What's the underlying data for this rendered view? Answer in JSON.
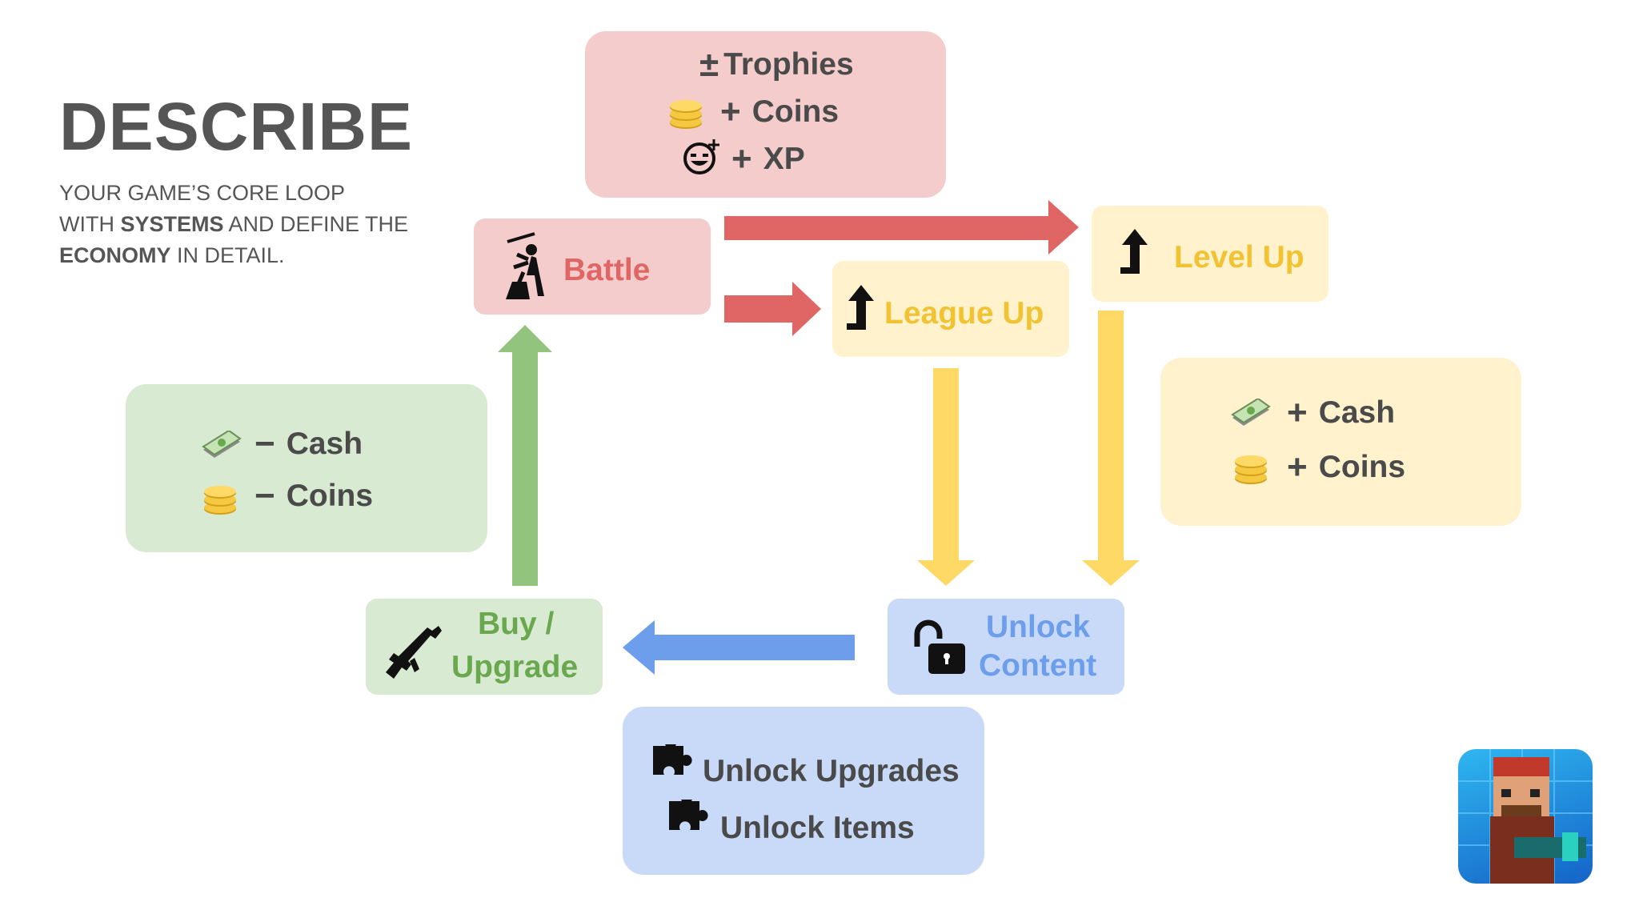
{
  "header": {
    "title": "DESCRIBE",
    "sub_line1": "YOUR GAME’S  CORE LOOP",
    "sub_line2_pre": "WITH ",
    "sub_line2_bold": "SYSTEMS",
    "sub_line2_post": " AND DEFINE THE",
    "sub_line3_bold": "ECONOMY",
    "sub_line3_post": " IN DETAIL."
  },
  "nodes": {
    "battle": "Battle",
    "league_up": "League Up",
    "level_up": "Level Up",
    "unlock_content_1": "Unlock",
    "unlock_content_2": "Content",
    "buy_upgrade_1": "Buy /",
    "buy_upgrade_2": "Upgrade"
  },
  "rewards_battle": {
    "trophies": {
      "sign": "±",
      "label": "Trophies"
    },
    "coins": {
      "sign": "+",
      "label": "Coins"
    },
    "xp": {
      "sign": "+",
      "label": "XP"
    }
  },
  "rewards_level": {
    "cash": {
      "sign": "+",
      "label": "Cash"
    },
    "coins": {
      "sign": "+",
      "label": "Coins"
    }
  },
  "costs_buy": {
    "cash": {
      "sign": "−",
      "label": "Cash"
    },
    "coins": {
      "sign": "−",
      "label": "Coins"
    }
  },
  "unlocks": {
    "upgrades": "Unlock Upgrades",
    "items": "Unlock Items"
  },
  "colors": {
    "red_box": "#f4cccc",
    "red_text": "#e06666",
    "red_arrow": "#e06666",
    "yellow_box": "#fff2cc",
    "yellow_text": "#f1c232",
    "yellow_arrow": "#ffd966",
    "blue_box": "#c9daf8",
    "blue_text": "#6d9eeb",
    "blue_arrow": "#6d9eeb",
    "green_box": "#d9ead3",
    "green_text": "#6aa84f",
    "green_arrow": "#93c47d"
  },
  "icons": [
    "battle-soldier-icon",
    "level-up-arrow-icon",
    "league-up-arrow-icon",
    "unlock-padlock-icon",
    "rifle-icon",
    "coins-icon",
    "cash-icon",
    "xp-face-icon",
    "puzzle-piece-icon",
    "game-app-icon"
  ]
}
